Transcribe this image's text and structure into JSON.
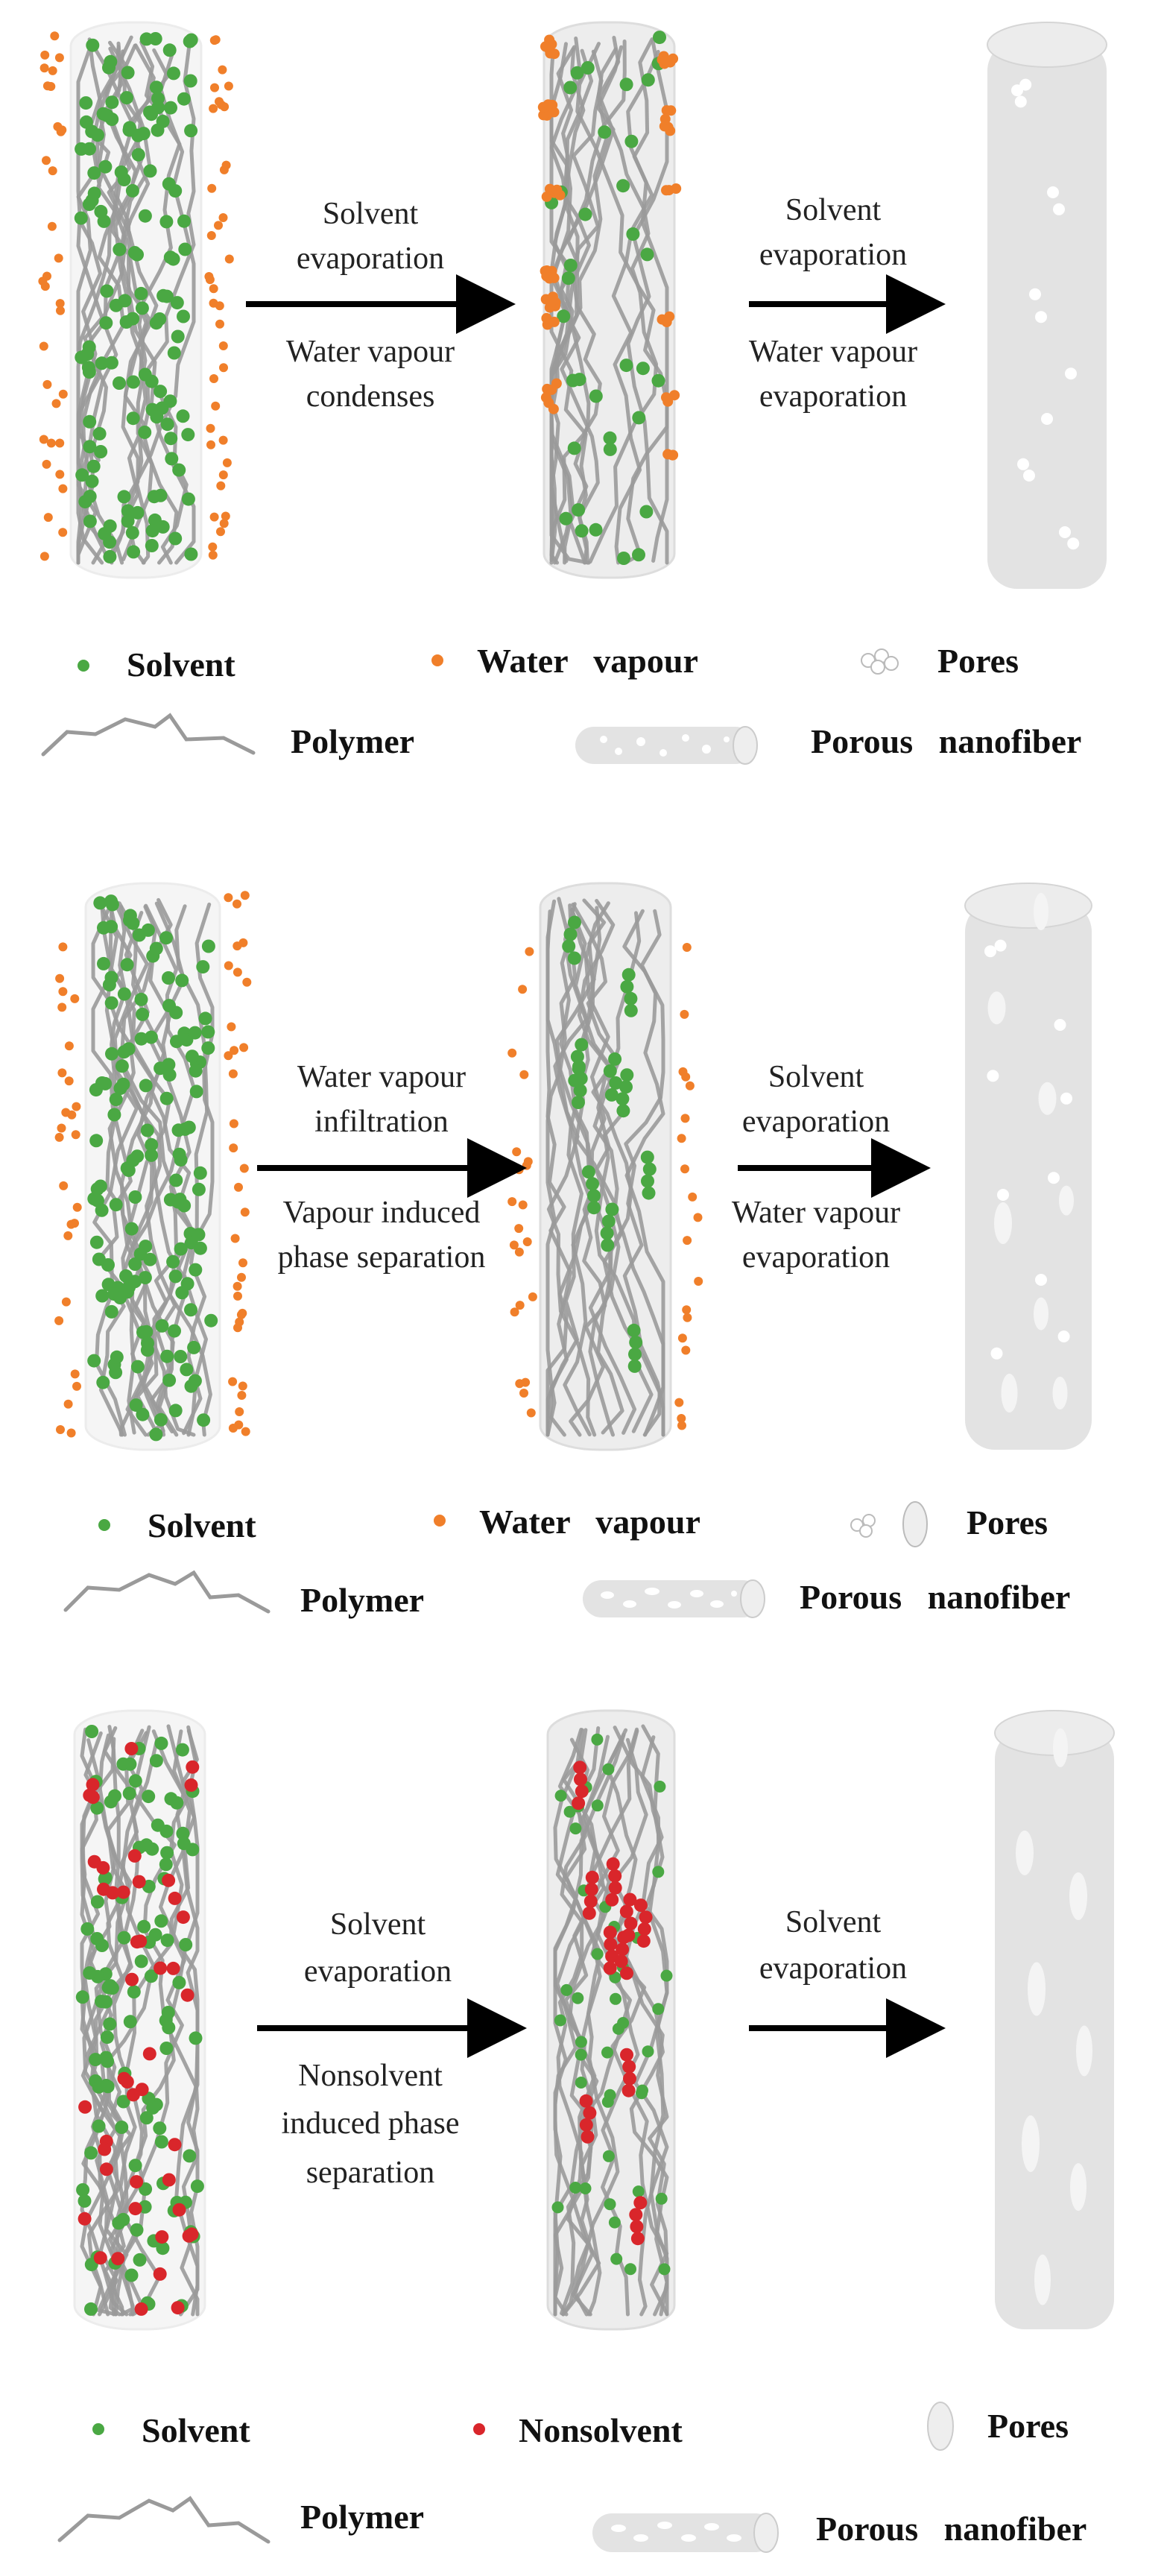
{
  "panels": [
    {
      "step1": [
        "Solvent",
        "evaporation"
      ],
      "step1b": [
        "Water vapour",
        "condenses"
      ],
      "step2": [
        "Solvent",
        "evaporation"
      ],
      "step2b": [
        "Water vapour",
        "evaporation"
      ],
      "legend": {
        "solvent": "Solvent",
        "water": "Water   vapour",
        "pores": "Pores",
        "polymer": "Polymer",
        "fiber": "Porous   nanofiber"
      }
    },
    {
      "step1": [
        "Water vapour",
        "infiltration"
      ],
      "step1b": [
        "Vapour induced",
        "phase separation"
      ],
      "step2": [
        "Solvent",
        "evaporation"
      ],
      "step2b": [
        "Water vapour",
        "evaporation"
      ],
      "legend": {
        "solvent": "Solvent",
        "water": "Water   vapour",
        "pores": "Pores",
        "polymer": "Polymer",
        "fiber": "Porous   nanofiber"
      }
    },
    {
      "step1": [
        "Solvent",
        "evaporation"
      ],
      "step1b": [
        "Nonsolvent",
        "induced phase",
        "separation"
      ],
      "step2": [
        "Solvent",
        "evaporation"
      ],
      "step2b": [],
      "legend": {
        "solvent": "Solvent",
        "nonsolvent": "Nonsolvent",
        "pores": "Pores",
        "polymer": "Polymer",
        "fiber": "Porous   nanofiber"
      }
    }
  ],
  "colors": {
    "solvent": "#4aa843",
    "water": "#f07f2a",
    "nonsolvent": "#d9262b",
    "polymer": "#9a9a9a",
    "fiber": "#e3e3e3",
    "pore": "#ffffff",
    "arrow": "#000000"
  }
}
